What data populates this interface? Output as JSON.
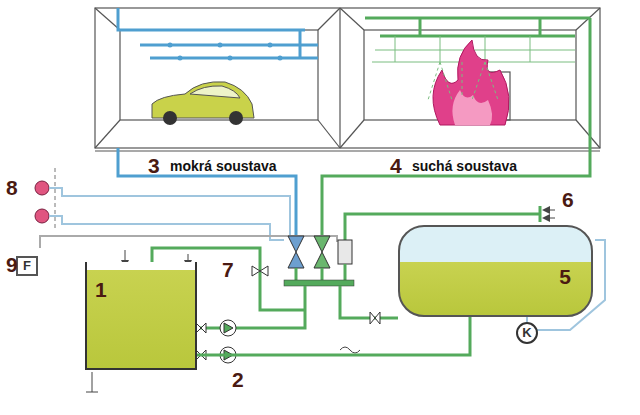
{
  "diagram": {
    "nodes": [
      {
        "text": [
          "1"
        ]
      },
      {
        "text": [
          "5"
        ]
      },
      {
        "text": [
          "F"
        ]
      },
      {
        "text": [
          "K"
        ]
      }
    ],
    "edges": [
      {
        "from": 0,
        "to": 1,
        "arrow": "none"
      },
      {
        "from": 3,
        "to": 1,
        "arrow": "none"
      }
    ],
    "labels": [
      "2",
      "3",
      "mokrá soustava",
      "4",
      "suchá soustava",
      "6",
      "7",
      "8",
      "9"
    ]
  }
}
